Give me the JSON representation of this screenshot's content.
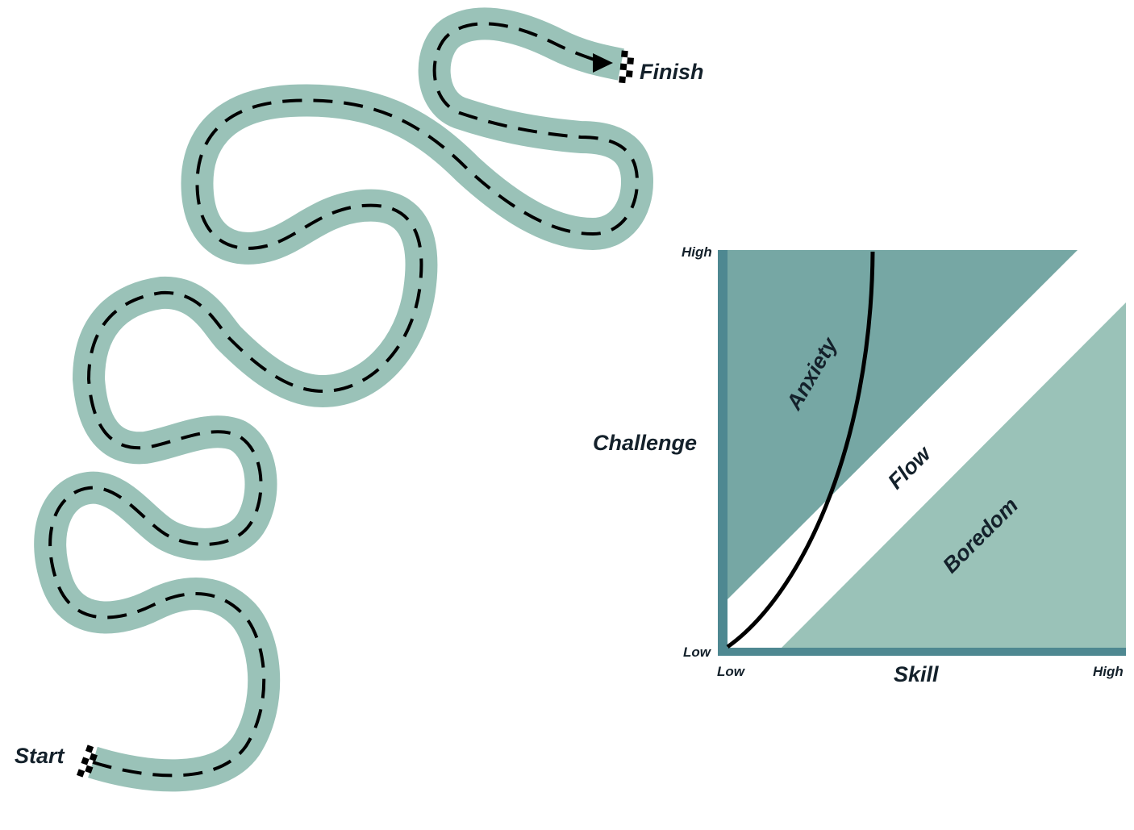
{
  "road": {
    "start_label": "Start",
    "finish_label": "Finish"
  },
  "flow_chart": {
    "y_axis_label": "Challenge",
    "x_axis_label": "Skill",
    "y_tick_high": "High",
    "y_tick_low": "Low",
    "x_tick_low": "Low",
    "x_tick_high": "High",
    "zones": {
      "anxiety": "Anxiety",
      "flow": "Flow",
      "boredom": "Boredom"
    }
  },
  "colors": {
    "road": "#9ac2b8",
    "anxiety_fill": "#76a7a4",
    "boredom_fill": "#9ac2b8",
    "axis": "#4e8891",
    "text": "#14212b",
    "line": "#000000"
  }
}
